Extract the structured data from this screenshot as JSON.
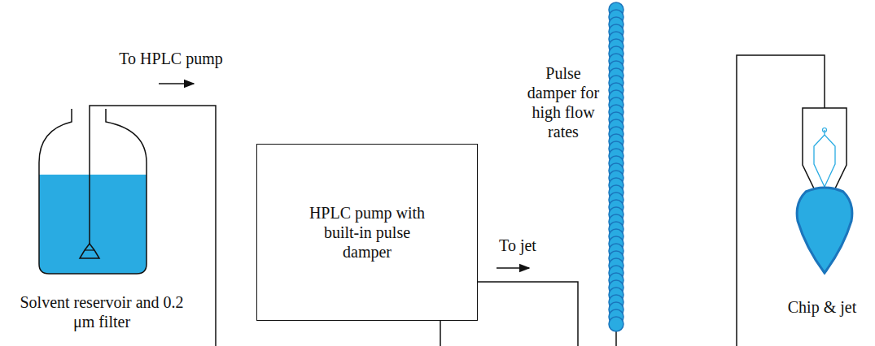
{
  "diagram": {
    "nodes": [
      {
        "text": [
          "HPLC pump with built-in pulse damper"
        ]
      }
    ],
    "labels": [
      "To HPLC pump",
      "To jet",
      "Pulse damper for high flow rates",
      "Solvent reservoir and 0.2 μm filter",
      "Chip & jet"
    ]
  }
}
